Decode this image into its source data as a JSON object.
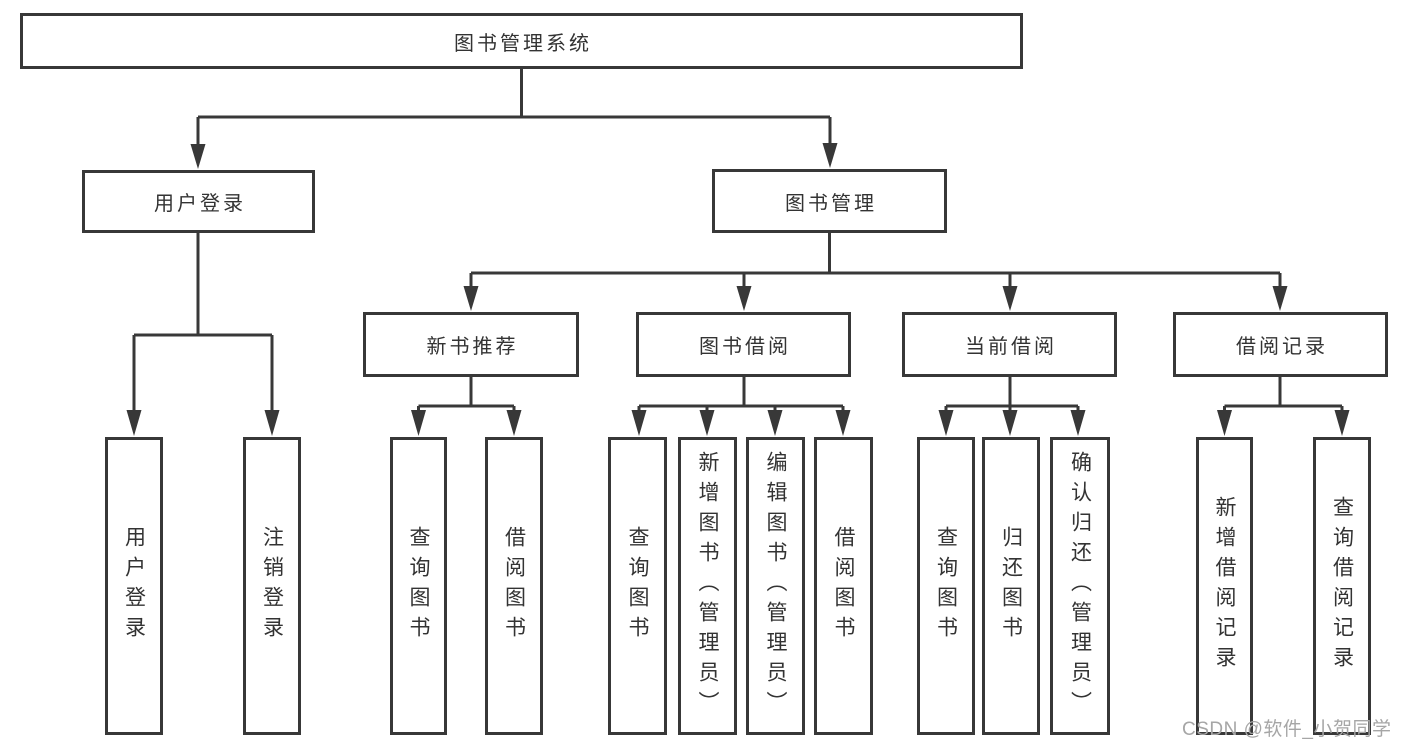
{
  "page": {
    "background": "#ffffff"
  },
  "colors": {
    "line": "#383838",
    "box_border": "#383838",
    "box_fill": "#ffffff",
    "text": "#333333",
    "watermark": "#a6a6a6"
  },
  "watermark": {
    "text": "CSDN @软件_小贺同学"
  },
  "diagram": {
    "root": {
      "label": "图书管理系统"
    },
    "branches": [
      {
        "label": "用户登录",
        "children": [
          {
            "label": "用户登录"
          },
          {
            "label": "注销登录"
          }
        ]
      },
      {
        "label": "图书管理",
        "children": [
          {
            "label": "新书推荐",
            "children": [
              {
                "label": "查询图书"
              },
              {
                "label": "借阅图书"
              }
            ]
          },
          {
            "label": "图书借阅",
            "children": [
              {
                "label": "查询图书"
              },
              {
                "label": "新增图书（管理员）"
              },
              {
                "label": "编辑图书（管理员）"
              },
              {
                "label": "借阅图书"
              }
            ]
          },
          {
            "label": "当前借阅",
            "children": [
              {
                "label": "查询图书"
              },
              {
                "label": "归还图书"
              },
              {
                "label": "确认归还（管理员）"
              }
            ]
          },
          {
            "label": "借阅记录",
            "children": [
              {
                "label": "新增借阅记录"
              },
              {
                "label": "查询借阅记录"
              }
            ]
          }
        ]
      }
    ]
  }
}
